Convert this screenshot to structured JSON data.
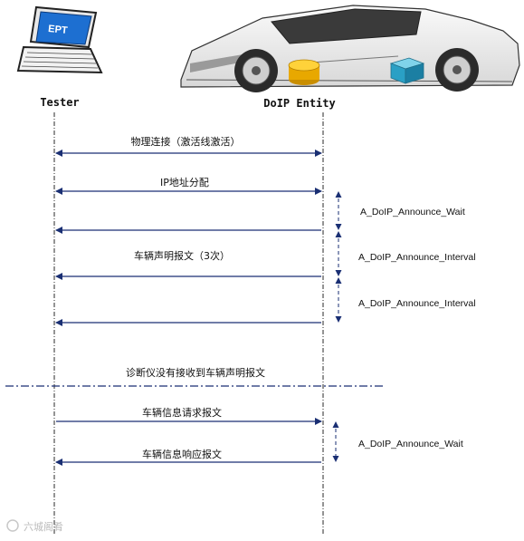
{
  "actors": {
    "tester": "Tester",
    "doip": "DoIP Entity",
    "laptop_screen_text": "EPT"
  },
  "messages": {
    "m1": "物理连接（激活线激活）",
    "m2": "IP地址分配",
    "m3": "车辆声明报文（3次）",
    "m4": "车辆信息请求报文",
    "m5": "车辆信息响应报文"
  },
  "divider_note": "诊断仪没有接收到车辆声明报文",
  "timers": {
    "t1": "A_DoIP_Announce_Wait",
    "t2": "A_DoIP_Announce_Interval",
    "t3": "A_DoIP_Announce_Interval",
    "t4": "A_DoIP_Announce_Wait"
  },
  "watermark": "六城阁肴"
}
